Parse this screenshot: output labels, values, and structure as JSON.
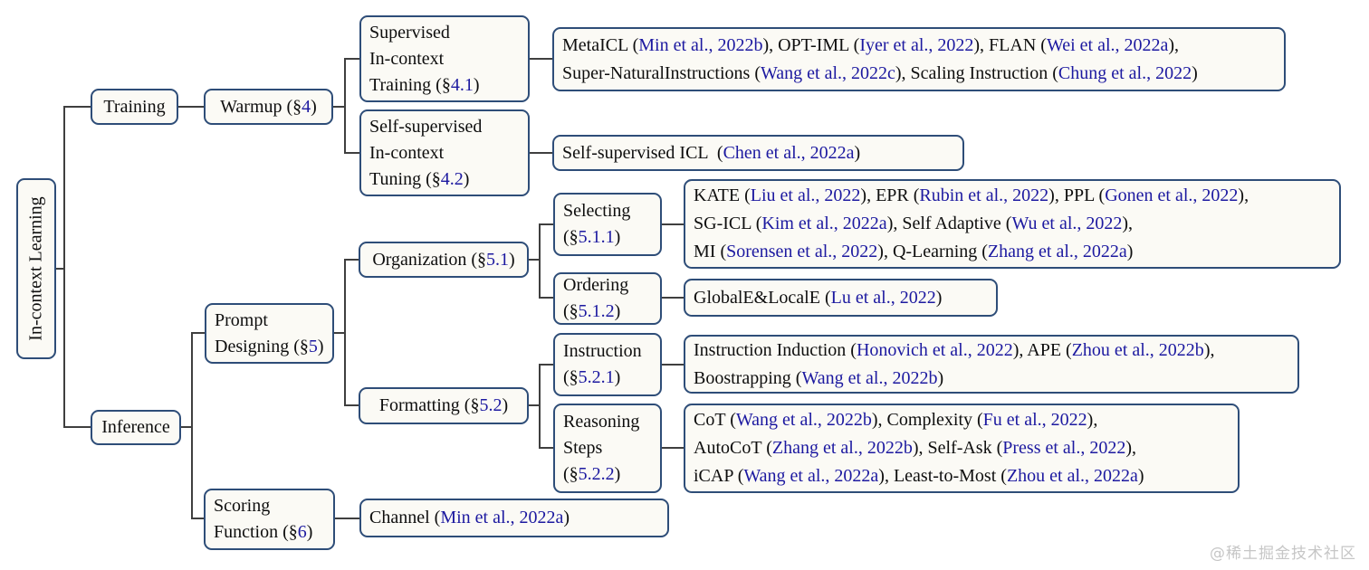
{
  "colors": {
    "border": "#2e4d78",
    "fill": "#fbfaf5",
    "text": "#0e0e0e",
    "cite": "#1c19a0",
    "line": "#3f3f3f",
    "watermark": "#c6c6c6",
    "background": "#ffffff"
  },
  "watermark": "@稀土掘金技术社区",
  "tree": {
    "root": {
      "lines": [
        [
          [
            "In-context Learning",
            "k"
          ]
        ]
      ]
    },
    "training": {
      "lines": [
        [
          [
            "Training",
            "k"
          ]
        ]
      ]
    },
    "warmup": {
      "lines": [
        [
          [
            "Warmup (§",
            "k"
          ],
          [
            "4",
            "b"
          ],
          [
            ")",
            "k"
          ]
        ]
      ]
    },
    "supervised_training": {
      "lines": [
        [
          [
            "Supervised",
            "k"
          ]
        ],
        [
          [
            "In-context",
            "k"
          ]
        ],
        [
          [
            "Training (§",
            "k"
          ],
          [
            "4.1",
            "b"
          ],
          [
            ")",
            "k"
          ]
        ]
      ]
    },
    "selfsupervised_tuning": {
      "lines": [
        [
          [
            "Self-supervised",
            "k"
          ]
        ],
        [
          [
            "In-context",
            "k"
          ]
        ],
        [
          [
            "Tuning (§",
            "k"
          ],
          [
            "4.2",
            "b"
          ],
          [
            ")",
            "k"
          ]
        ]
      ]
    },
    "supervised_refs": {
      "lines": [
        [
          [
            "MetaICL (",
            "k"
          ],
          [
            "Min et al., 2022b",
            "b"
          ],
          [
            "), OPT-IML (",
            "k"
          ],
          [
            "Iyer et al., 2022",
            "b"
          ],
          [
            "), FLAN (",
            "k"
          ],
          [
            "Wei et al., 2022a",
            "b"
          ],
          [
            "),",
            "k"
          ]
        ],
        [
          [
            "Super-NaturalInstructions (",
            "k"
          ],
          [
            "Wang et al., 2022c",
            "b"
          ],
          [
            "), Scaling Instruction (",
            "k"
          ],
          [
            "Chung et al., 2022",
            "b"
          ],
          [
            ")",
            "k"
          ]
        ]
      ]
    },
    "selfsupervised_refs": {
      "lines": [
        [
          [
            "Self-supervised ICL  (",
            "k"
          ],
          [
            "Chen et al., 2022a",
            "b"
          ],
          [
            ")",
            "k"
          ]
        ]
      ]
    },
    "inference": {
      "lines": [
        [
          [
            "Inference",
            "k"
          ]
        ]
      ]
    },
    "prompt_designing": {
      "lines": [
        [
          [
            "Prompt",
            "k"
          ]
        ],
        [
          [
            "Designing (§",
            "k"
          ],
          [
            "5",
            "b"
          ],
          [
            ")",
            "k"
          ]
        ]
      ]
    },
    "organization": {
      "lines": [
        [
          [
            "Organization (§",
            "k"
          ],
          [
            "5.1",
            "b"
          ],
          [
            ")",
            "k"
          ]
        ]
      ]
    },
    "formatting": {
      "lines": [
        [
          [
            "Formatting (§",
            "k"
          ],
          [
            "5.2",
            "b"
          ],
          [
            ")",
            "k"
          ]
        ]
      ]
    },
    "selecting": {
      "lines": [
        [
          [
            "Selecting",
            "k"
          ]
        ],
        [
          [
            "(§",
            "k"
          ],
          [
            "5.1.1",
            "b"
          ],
          [
            ")",
            "k"
          ]
        ]
      ]
    },
    "ordering": {
      "lines": [
        [
          [
            "Ordering",
            "k"
          ]
        ],
        [
          [
            "(§",
            "k"
          ],
          [
            "5.1.2",
            "b"
          ],
          [
            ")",
            "k"
          ]
        ]
      ]
    },
    "selecting_refs": {
      "lines": [
        [
          [
            "KATE (",
            "k"
          ],
          [
            "Liu et al., 2022",
            "b"
          ],
          [
            "), EPR (",
            "k"
          ],
          [
            "Rubin et al., 2022",
            "b"
          ],
          [
            "), PPL (",
            "k"
          ],
          [
            "Gonen et al., 2022",
            "b"
          ],
          [
            "),",
            "k"
          ]
        ],
        [
          [
            "SG-ICL (",
            "k"
          ],
          [
            "Kim et al., 2022a",
            "b"
          ],
          [
            "), Self Adaptive (",
            "k"
          ],
          [
            "Wu et al., 2022",
            "b"
          ],
          [
            "),",
            "k"
          ]
        ],
        [
          [
            "MI (",
            "k"
          ],
          [
            "Sorensen et al., 2022",
            "b"
          ],
          [
            "), Q-Learning (",
            "k"
          ],
          [
            "Zhang et al., 2022a",
            "b"
          ],
          [
            ")",
            "k"
          ]
        ]
      ]
    },
    "ordering_refs": {
      "lines": [
        [
          [
            "GlobalE&LocalE (",
            "k"
          ],
          [
            "Lu et al., 2022",
            "b"
          ],
          [
            ")",
            "k"
          ]
        ]
      ]
    },
    "instruction": {
      "lines": [
        [
          [
            "Instruction",
            "k"
          ]
        ],
        [
          [
            "(§",
            "k"
          ],
          [
            "5.2.1",
            "b"
          ],
          [
            ")",
            "k"
          ]
        ]
      ]
    },
    "reasoning_steps": {
      "lines": [
        [
          [
            "Reasoning",
            "k"
          ]
        ],
        [
          [
            "Steps",
            "k"
          ]
        ],
        [
          [
            "(§",
            "k"
          ],
          [
            "5.2.2",
            "b"
          ],
          [
            ")",
            "k"
          ]
        ]
      ]
    },
    "instruction_refs": {
      "lines": [
        [
          [
            "Instruction Induction (",
            "k"
          ],
          [
            "Honovich et al., 2022",
            "b"
          ],
          [
            "), APE (",
            "k"
          ],
          [
            "Zhou et al., 2022b",
            "b"
          ],
          [
            "),",
            "k"
          ]
        ],
        [
          [
            "Boostrapping (",
            "k"
          ],
          [
            "Wang et al., 2022b",
            "b"
          ],
          [
            ")",
            "k"
          ]
        ]
      ]
    },
    "reasoning_refs": {
      "lines": [
        [
          [
            "CoT (",
            "k"
          ],
          [
            "Wang et al., 2022b",
            "b"
          ],
          [
            "), Complexity (",
            "k"
          ],
          [
            "Fu et al., 2022",
            "b"
          ],
          [
            "),",
            "k"
          ]
        ],
        [
          [
            "AutoCoT (",
            "k"
          ],
          [
            "Zhang et al., 2022b",
            "b"
          ],
          [
            "), Self-Ask (",
            "k"
          ],
          [
            "Press et al., 2022",
            "b"
          ],
          [
            "),",
            "k"
          ]
        ],
        [
          [
            "iCAP (",
            "k"
          ],
          [
            "Wang et al., 2022a",
            "b"
          ],
          [
            "), Least-to-Most (",
            "k"
          ],
          [
            "Zhou et al., 2022a",
            "b"
          ],
          [
            ")",
            "k"
          ]
        ]
      ]
    },
    "scoring_function": {
      "lines": [
        [
          [
            "Scoring",
            "k"
          ]
        ],
        [
          [
            "Function (§",
            "k"
          ],
          [
            "6",
            "b"
          ],
          [
            ")",
            "k"
          ]
        ]
      ]
    },
    "scoring_refs": {
      "lines": [
        [
          [
            "Channel (",
            "k"
          ],
          [
            "Min et al., 2022a",
            "b"
          ],
          [
            ")",
            "k"
          ]
        ]
      ]
    }
  }
}
